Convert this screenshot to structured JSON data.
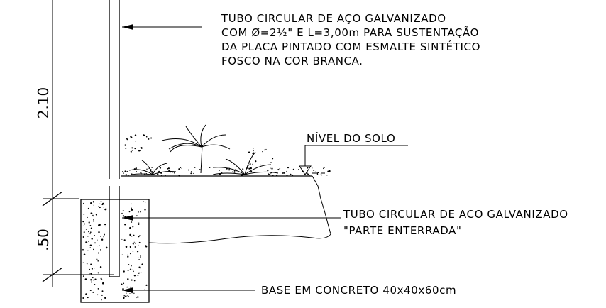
{
  "dimensions": {
    "upper": "2.10",
    "lower": ".50"
  },
  "labels": {
    "tube_top": [
      "TUBO CIRCULAR DE AÇO GALVANIZADO",
      "COM Ø=2½\" E L=3,00m PARA SUSTENTAÇÃO",
      "DA PLACA PINTADO COM ESMALTE SINTÉTICO",
      "FOSCO NA COR BRANCA."
    ],
    "ground_level": "NÍVEL DO SOLO",
    "tube_buried": [
      "TUBO CIRCULAR DE ACO GALVANIZADO",
      "\"PARTE ENTERRADA\""
    ],
    "concrete_base": "BASE EM CONCRETO 40x40x60cm"
  },
  "style": {
    "line_color": "#000000",
    "background": "#ffffff"
  }
}
